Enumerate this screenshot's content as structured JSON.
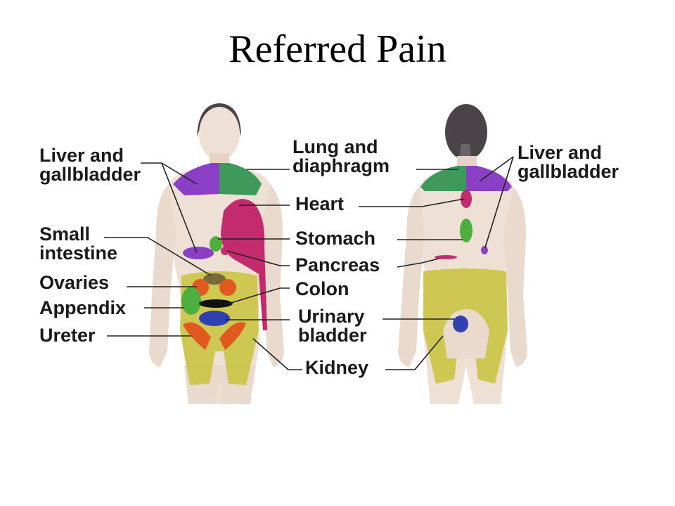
{
  "title": "Referred Pain",
  "labels": {
    "front_liver": "Liver and\ngallbladder",
    "lung": "Lung and\ndiaphragm",
    "back_liver": "Liver and\ngallbladder",
    "heart": "Heart",
    "small_intestine": "Small\nintestine",
    "stomach": "Stomach",
    "pancreas": "Pancreas",
    "ovaries": "Ovaries",
    "colon": "Colon",
    "appendix": "Appendix",
    "urinary_bladder": "Urinary\nbladder",
    "ureter": "Ureter",
    "kidney": "Kidney"
  },
  "colors": {
    "skin": "#efe0d6",
    "skin_shadow": "#d9c4b6",
    "hair": "#4a4347",
    "liver_gallbladder": "#8b3fc6",
    "lung_diaphragm": "#3e9a5a",
    "heart": "#c42a6e",
    "stomach": "#4caf3e",
    "kidney_ureter_zone": "#c8c23a",
    "ovaries_ureter": "#e05a20",
    "urinary_bladder": "#3040b0",
    "colon": "#111111",
    "leader_line": "#222222"
  }
}
